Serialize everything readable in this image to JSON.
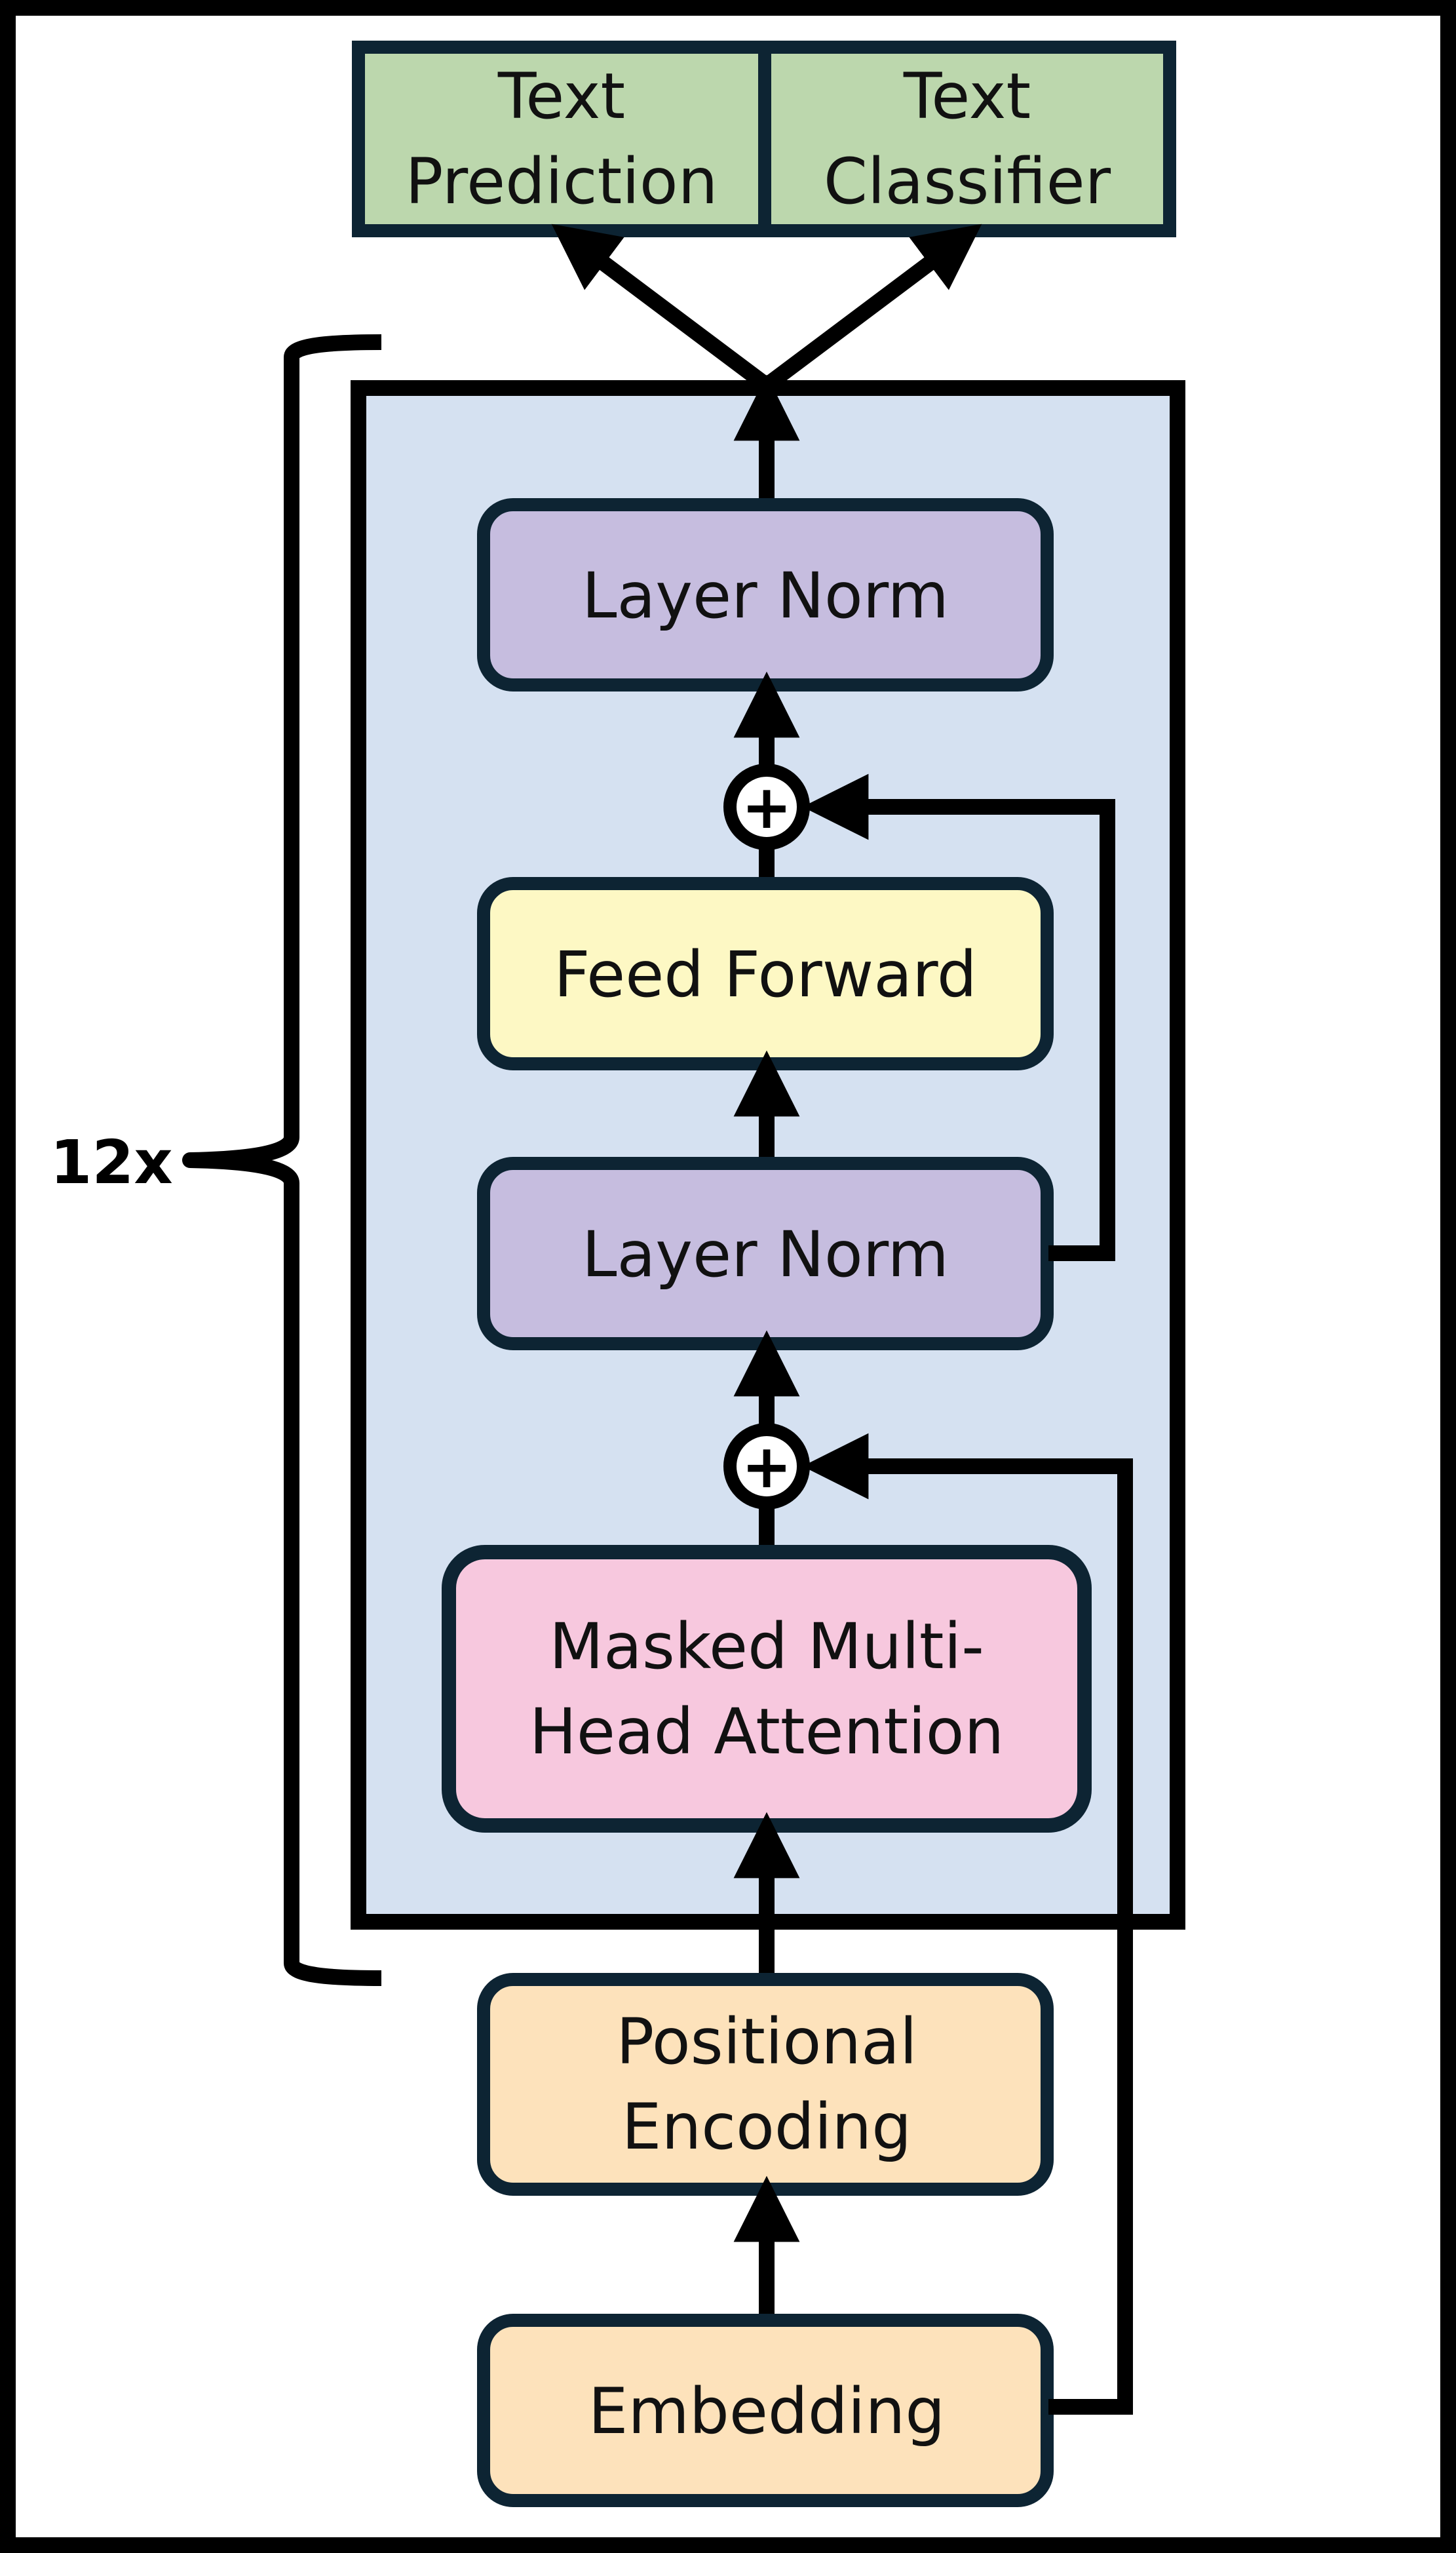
{
  "colors": {
    "outline": "#000000",
    "box_border": "#0d2433",
    "output_fill": "#bcd7ad",
    "block_fill": "#d5e1f1",
    "layer_norm_fill": "#c6bddf",
    "feed_forward_fill": "#fdf8c4",
    "attention_fill": "#f7c8de",
    "input_fill": "#fde2bb",
    "add_fill": "#ffffff"
  },
  "outputs": {
    "text_prediction": [
      "Text",
      "Prediction"
    ],
    "text_classifier": [
      "Text",
      "Classifier"
    ]
  },
  "block": {
    "repeat_label": "12x",
    "layer_norm_top": "Layer Norm",
    "add_top_symbol": "+",
    "feed_forward": "Feed Forward",
    "layer_norm_bottom": "Layer Norm",
    "add_bottom_symbol": "+",
    "attention": [
      "Masked Multi-",
      "Head Attention"
    ]
  },
  "inputs": {
    "positional_encoding": [
      "Positional",
      "Encoding"
    ],
    "embedding": "Embedding"
  }
}
